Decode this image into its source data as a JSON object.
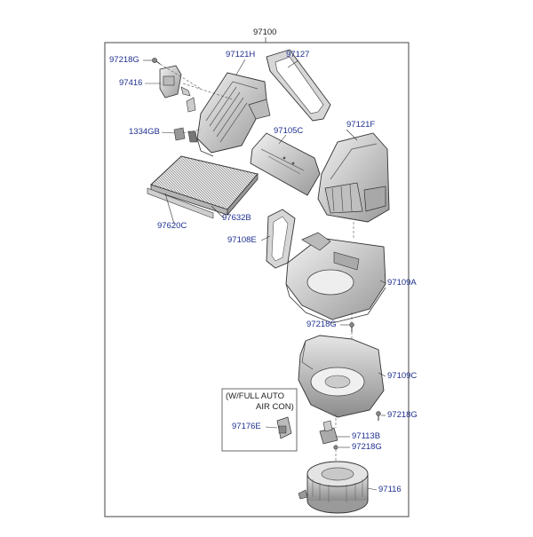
{
  "assembly_number": "97100",
  "labels": {
    "p97218G_top": "97218G",
    "p97416": "97416",
    "p1334GB": "1334GB",
    "p97620C": "97620C",
    "p97121H": "97121H",
    "p97127": "97127",
    "p97105C": "97105C",
    "p97121F": "97121F",
    "p97632B": "97632B",
    "p97108E": "97108E",
    "p97109A": "97109A",
    "p97218G_mid": "97218G",
    "p97109C": "97109C",
    "p97218G_right": "97218G",
    "p97176E": "97176E",
    "p97113B": "97113B",
    "p97218G_low": "97218G",
    "p97116": "97116"
  },
  "note": {
    "line1": "(W/FULL AUTO",
    "line2": "AIR CON)"
  },
  "colors": {
    "part_label": "#1f2f8f",
    "outline": "#333333",
    "part_fill": "#d9d9d9",
    "part_shade": "#a8a8a8"
  }
}
